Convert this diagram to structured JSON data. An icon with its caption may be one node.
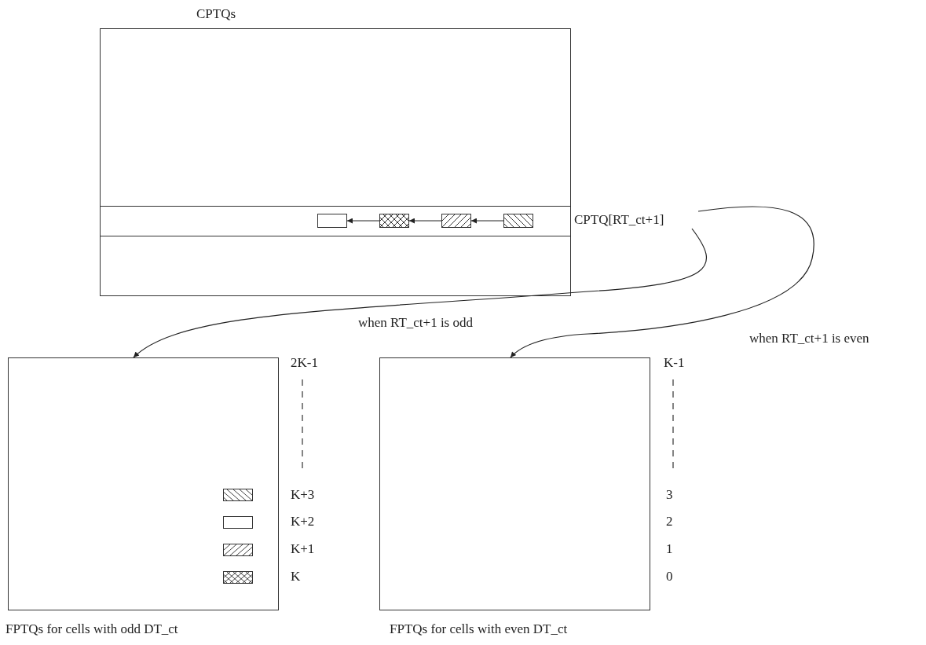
{
  "diagram": {
    "nodes": [
      {
        "text": [
          "CPTQs"
        ]
      },
      {
        "text": [
          "CPTQ[RT_ct+1]"
        ]
      },
      {
        "text": [],
        "shape": "box",
        "in": 0
      },
      {
        "text": [],
        "shape": "box",
        "in": 0
      },
      {
        "text": [],
        "shape": "box",
        "in": 0
      },
      {
        "text": [],
        "shape": "box",
        "in": 0
      },
      {
        "text": [
          "FPTQs for cells with odd DT_ct"
        ]
      },
      {
        "text": [
          "FPTQs for cells with even DT_ct"
        ]
      },
      {
        "text": [],
        "shape": "box",
        "in": 6
      },
      {
        "text": [],
        "shape": "box",
        "in": 6
      },
      {
        "text": [],
        "shape": "box",
        "in": 6
      },
      {
        "text": [],
        "shape": "box",
        "in": 6
      }
    ],
    "edges": [
      {
        "from": 1,
        "to": 6,
        "arrow": "to",
        "label": "when RT_ct+1 is odd"
      },
      {
        "from": 1,
        "to": 7,
        "arrow": "to",
        "label": "when RT_ct+1 is even"
      },
      {
        "from": 5,
        "to": 4,
        "arrow": "to"
      },
      {
        "from": 4,
        "to": 3,
        "arrow": "to"
      },
      {
        "from": 3,
        "to": 2,
        "arrow": "to"
      }
    ],
    "labels": [
      "2K-1",
      "K+3",
      "K+2",
      "K+1",
      "K",
      "K-1",
      "3",
      "2",
      "1",
      "0"
    ]
  }
}
